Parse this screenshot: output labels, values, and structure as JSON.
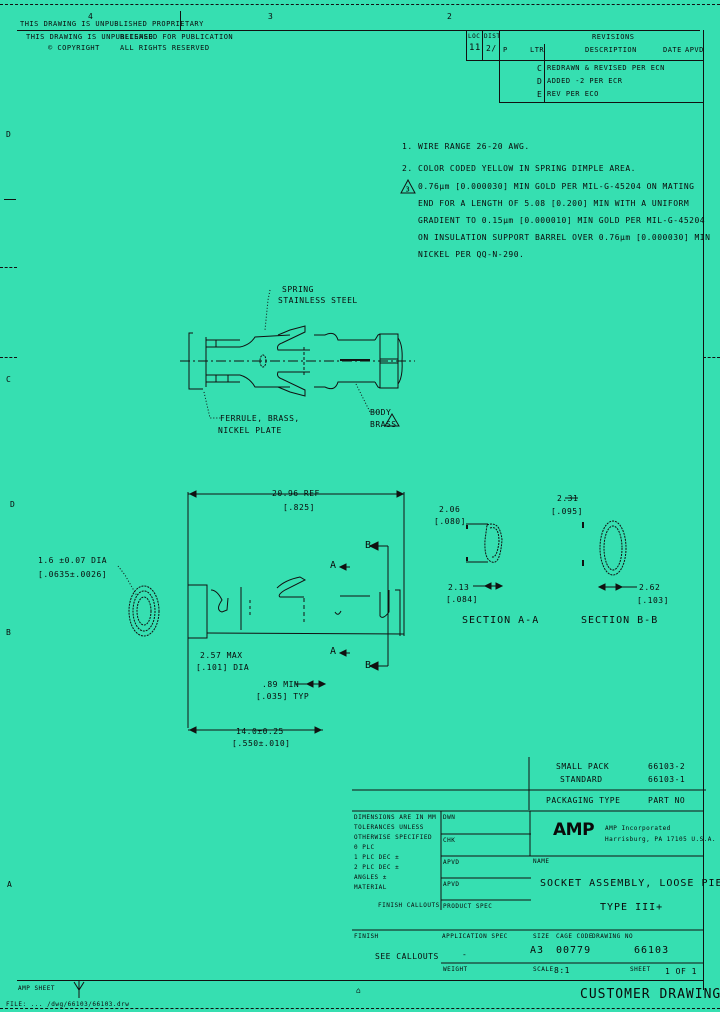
{
  "header": {
    "zone_numbers": [
      "4",
      "3",
      "2"
    ],
    "left_legend": "THIS DRAWING IS UNPUBLISHED",
    "left_legend_2": "© COPYRIGHT",
    "release_line": "RELEASED FOR PUBLICATION",
    "release_line_2": "ALL RIGHTS RESERVED",
    "loc": "LOC",
    "dist": "DIST",
    "loc_val": "11",
    "dist_val": "2/"
  },
  "revisions": {
    "title": "REVISIONS",
    "columns": [
      "P",
      "LTR",
      "DESCRIPTION",
      "DATE",
      "APVD"
    ],
    "rows": [
      {
        "ltr": "C",
        "description": "REDRAWN & REVISED PER ECN",
        "date": "",
        "apvd": ""
      },
      {
        "ltr": "D",
        "description": "ADDED -2 PER ECR",
        "date": "",
        "apvd": ""
      },
      {
        "ltr": "E",
        "description": "REV PER ECO",
        "date": "",
        "apvd": ""
      }
    ]
  },
  "notes": [
    {
      "num": "1.",
      "text": "WIRE RANGE 26-20 AWG."
    },
    {
      "num": "2.",
      "text": "COLOR CODED YELLOW IN SPRING DIMPLE AREA."
    },
    {
      "num": "3",
      "delta": true,
      "text": "0.76μm [0.000030] MIN GOLD PER MIL-G-45204 ON MATING"
    },
    {
      "num": "",
      "text": "END FOR A LENGTH OF 5.08 [0.200] MIN WITH A UNIFORM"
    },
    {
      "num": "",
      "text": "GRADIENT TO 0.15μm [0.000010] MIN GOLD PER MIL-G-45204"
    },
    {
      "num": "",
      "text": "ON INSULATION SUPPORT BARREL OVER 0.76μm [0.000030] MIN"
    },
    {
      "num": "",
      "text": "NICKEL PER QQ-N-290."
    }
  ],
  "top_view": {
    "spring_label_1": "SPRING",
    "spring_label_2": "STAINLESS STEEL",
    "ferrule_label_1": "FERRULE, BRASS,",
    "ferrule_label_2": "NICKEL PLATE",
    "body_label_1": "BODY",
    "body_label_2": "BRASS"
  },
  "dims": {
    "overall_len_1": "20.96 REF",
    "overall_len_2": "[.825]",
    "dia_label_1": "1.6 ±0.07 DIA",
    "dia_label_2": "[.0635±.0026]",
    "max_dia_1": "2.57 MAX",
    "max_dia_2": "[.101] DIA",
    "typ_1": ".89 MIN",
    "typ_2": "[.035] TYP",
    "bottom_len_1": "14.0±0.25",
    "bottom_len_2": "[.550±.010]",
    "section_a_mark": "A",
    "section_b_mark": "B",
    "sec_a_h_1": "2.06",
    "sec_a_h_2": "[.080]",
    "sec_a_w_1": "2.13",
    "sec_a_w_2": "[.084]",
    "sec_b_h_1": "2.31",
    "sec_b_h_2": "[.095]",
    "sec_b_w_1": "2.62",
    "sec_b_w_2": "[.103]",
    "section_a_title": "SECTION A-A",
    "section_b_title": "SECTION B-B"
  },
  "packaging": {
    "rows": [
      {
        "label": "SMALL PACK",
        "part": "66103-2"
      },
      {
        "label": "STANDARD",
        "part": "66103-1"
      }
    ],
    "type_label": "PACKAGING TYPE",
    "type_value": "PART NO"
  },
  "title_block": {
    "tolerance_lines": [
      "DIMENSIONS ARE IN MM",
      "TOLERANCES UNLESS",
      "OTHERWISE SPECIFIED",
      "0 PLC",
      "1 PLC DEC ±",
      "2 PLC DEC ±",
      "ANGLES ±",
      "MATERIAL"
    ],
    "finish_label": "FINISH CALLOUTS",
    "dwn_label": "DWN",
    "dwn_name": "",
    "chk_label": "CHK",
    "chk_name": "",
    "appvd_label": "APVD",
    "appvd_name": "",
    "appvd2_label": "APVD",
    "appvd2_name": "",
    "product_spec": "PRODUCT SPEC",
    "company": "AMP",
    "company_full": "AMP Incorporated",
    "company_addr": "Harrisburg, PA 17105 U.S.A.",
    "name_label": "NAME",
    "part_name_1": "SOCKET ASSEMBLY, LOOSE PIECE,",
    "part_name_2": "TYPE III+",
    "finish_label_2": "FINISH",
    "finish_value": "SEE CALLOUTS",
    "app_spec_label": "APPLICATION SPEC",
    "app_spec_value": "-",
    "size_label": "SIZE",
    "size_value": "A3",
    "cage_label": "CAGE CODE",
    "cage_value": "00779",
    "dwg_label": "DRAWING NO",
    "dwg_value": "66103",
    "weight_label": "WEIGHT",
    "scale_label": "SCALE",
    "scale_value": "8:1",
    "sheet_label": "SHEET",
    "sheet_value": "1 OF 1",
    "outline": "CUSTOMER DRAWING"
  },
  "borders": {
    "left_zones": [
      "D",
      "C",
      "D",
      "B",
      "A"
    ],
    "footer_left": "AMP SHEET",
    "footer_path": "FILE: ... /dwg/66103/66103.drw"
  }
}
